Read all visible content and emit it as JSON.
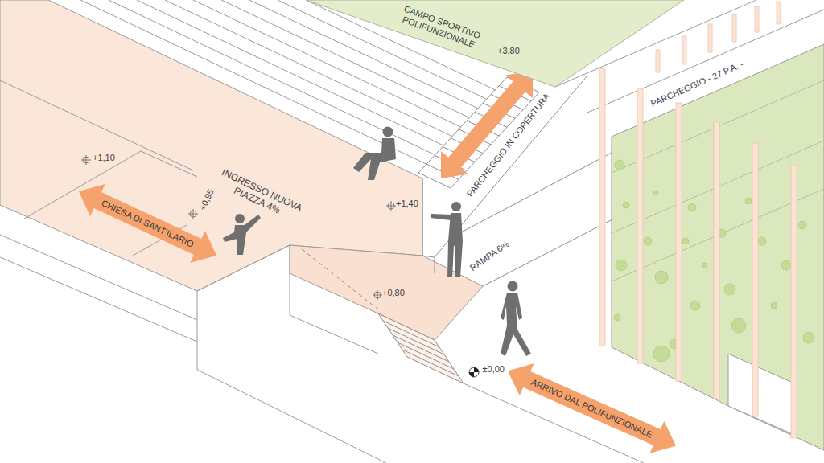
{
  "diagram": {
    "nodes": [
      {
        "text": [
          "CAMPO SPORTIVO POLIFUNZIONALE"
        ]
      },
      {
        "text": [
          "CHIESA DI SANT'ILARIO"
        ]
      },
      {
        "text": [
          "ARRIVO DAL POLIFUNZIONALE"
        ]
      }
    ],
    "labels": [
      "+3,80",
      "PARCHEGGIO - 27 P.A. -",
      "+1,10",
      "INGRESSO NUOVA PIAZZA 4%",
      "+1,40",
      "PARCHEGGIO IN COPERTURA",
      "+0,95",
      "RAMPA 6%",
      "+0,80",
      "±0,00"
    ]
  }
}
